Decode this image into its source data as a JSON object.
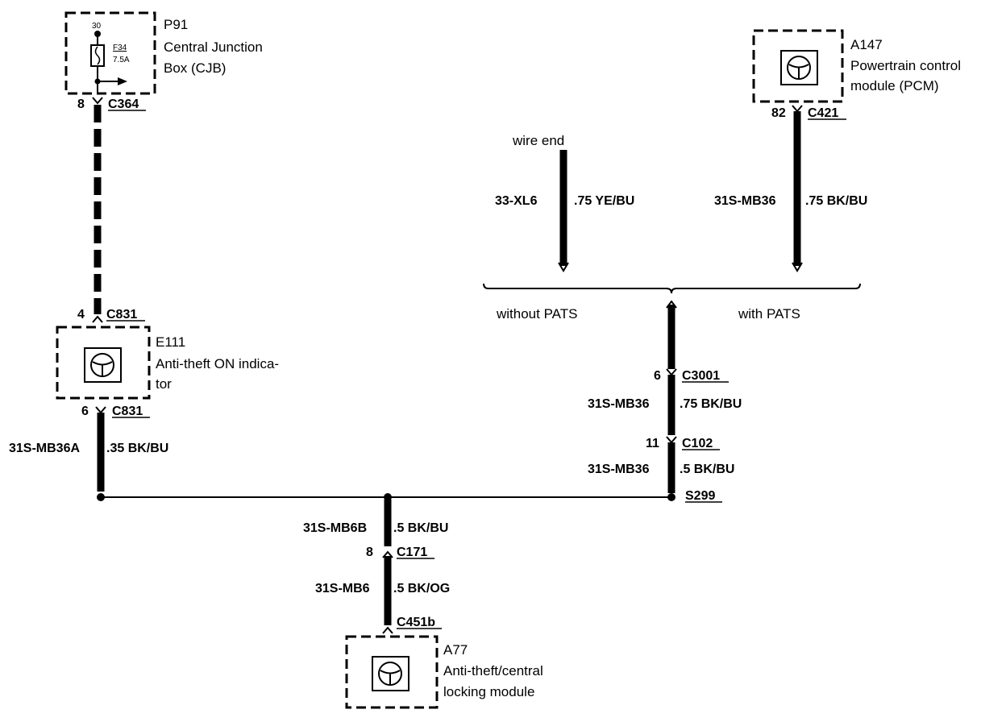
{
  "components": {
    "p91": {
      "id": "P91",
      "line1": "Central Junction",
      "line2": "Box (CJB)",
      "pin": "30",
      "fuse": "F34",
      "rating": "7.5A"
    },
    "a147": {
      "id": "A147",
      "line1": "Powertrain control",
      "line2": "module (PCM)"
    },
    "e111": {
      "id": "E111",
      "line1": "Anti-theft ON indica-",
      "line2": "tor"
    },
    "a77": {
      "id": "A77",
      "line1": "Anti-theft/central",
      "line2": "locking module"
    }
  },
  "connectors": {
    "c364": {
      "pin": "8",
      "name": "C364"
    },
    "c421": {
      "pin": "82",
      "name": "C421"
    },
    "c831_top": {
      "pin": "4",
      "name": "C831"
    },
    "c831_bot": {
      "pin": "6",
      "name": "C831"
    },
    "c3001": {
      "pin": "6",
      "name": "C3001"
    },
    "c102": {
      "pin": "11",
      "name": "C102"
    },
    "c171": {
      "pin": "8",
      "name": "C171"
    },
    "c451b": {
      "name": "C451b"
    },
    "s299": {
      "name": "S299"
    }
  },
  "wires": {
    "xl6": {
      "circuit": "33-XL6",
      "spec": ".75 YE/BU"
    },
    "mb36_pcm": {
      "circuit": "31S-MB36",
      "spec": ".75 BK/BU"
    },
    "mb36a": {
      "circuit": "31S-MB36A",
      "spec": ".35 BK/BU"
    },
    "mb36_c3001": {
      "circuit": "31S-MB36",
      "spec": ".75 BK/BU"
    },
    "mb36_c102": {
      "circuit": "31S-MB36",
      "spec": ".5 BK/BU"
    },
    "mb6b": {
      "circuit": "31S-MB6B",
      "spec": ".5 BK/BU"
    },
    "mb6": {
      "circuit": "31S-MB6",
      "spec": ".5 BK/OG"
    }
  },
  "labels": {
    "wire_end": "wire end",
    "without_pats": "without PATS",
    "with_pats": "with PATS"
  }
}
